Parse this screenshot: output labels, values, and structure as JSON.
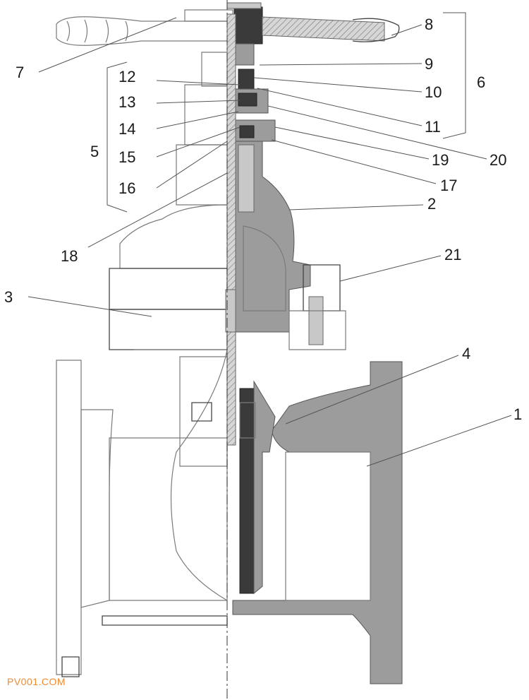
{
  "callouts": [
    "1",
    "2",
    "3",
    "4",
    "5",
    "6",
    "7",
    "8",
    "9",
    "10",
    "11",
    "12",
    "13",
    "14",
    "15",
    "16",
    "17",
    "18",
    "19",
    "20",
    "21"
  ],
  "watermark": "PV001.COM",
  "colors": {
    "section_fill": "#9c9c9c",
    "line": "#555555",
    "watermark": "#f08a2c"
  }
}
